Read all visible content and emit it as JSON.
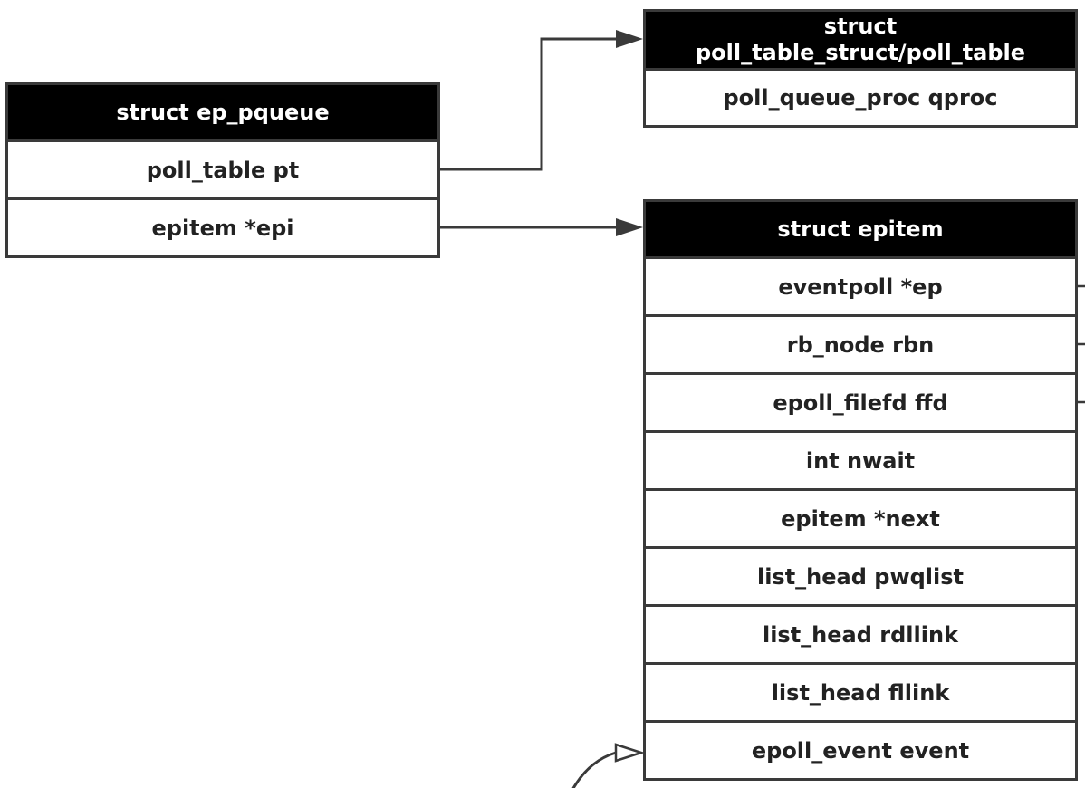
{
  "ep_pqueue": {
    "title": "struct ep_pqueue",
    "fields": [
      "poll_table pt",
      "epitem *epi"
    ]
  },
  "poll_table": {
    "title_lines": [
      "struct",
      "poll_table_struct/poll_table"
    ],
    "fields": [
      "poll_queue_proc qproc"
    ]
  },
  "epitem": {
    "title": "struct epitem",
    "fields": [
      "eventpoll *ep",
      "rb_node rbn",
      "epoll_filefd ffd",
      "int nwait",
      "epitem *next",
      "list_head pwqlist",
      "list_head rdllink",
      "list_head fllink",
      "epoll_event event"
    ]
  },
  "colors": {
    "header_bg": "#000000",
    "header_text": "#ffffff",
    "field_text": "#222222",
    "border": "#3a3a3a",
    "arrow": "#3a3a3a"
  }
}
